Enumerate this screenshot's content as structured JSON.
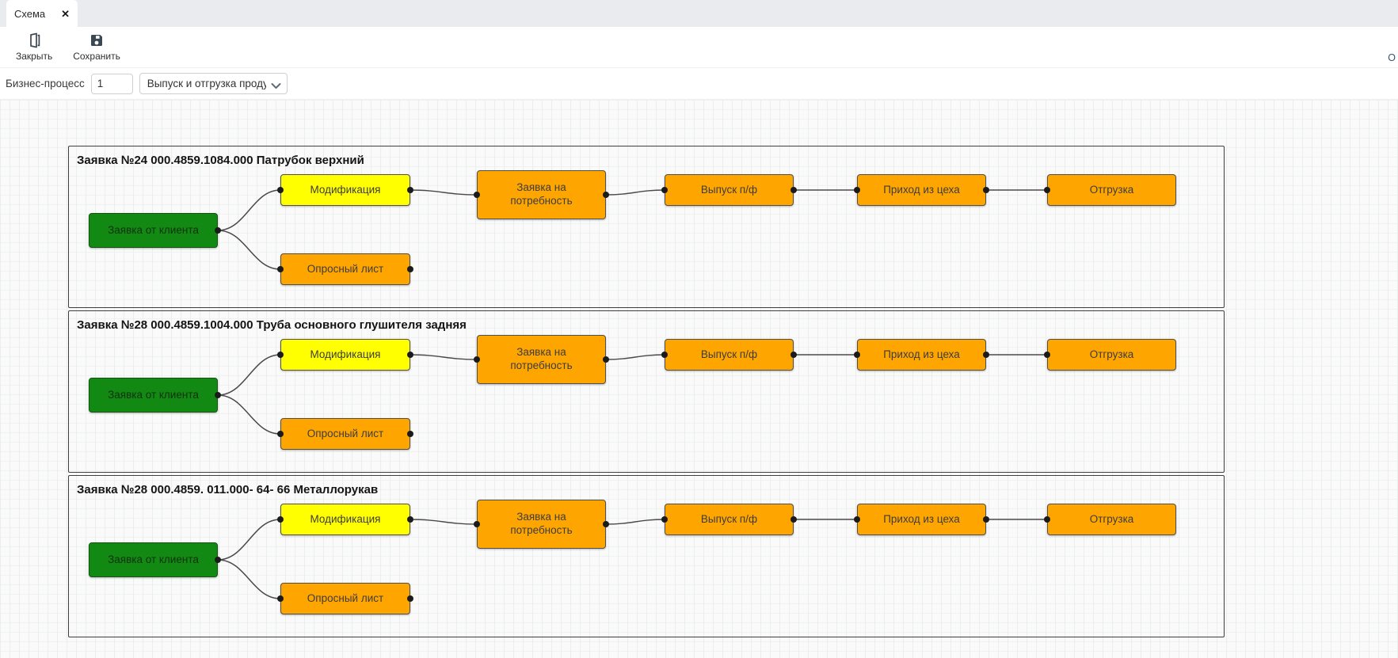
{
  "tab": {
    "title": "Схема"
  },
  "icons": {
    "close_tab": "✕"
  },
  "toolbar": {
    "close_label": "Закрыть",
    "save_label": "Сохранить",
    "right_text": "О"
  },
  "process_bar": {
    "label": "Бизнес-процесс",
    "id_value": "1",
    "selected_process": "Выпуск и отгрузка проду"
  },
  "colors": {
    "green": "#128912",
    "green_border": "#14540f",
    "green_text": "#113311",
    "yellow": "#FFFF00",
    "orange": "#FFA500",
    "node_border": "#4f4f4f",
    "node_text": "#3d3d3d",
    "edge": "#4a4a4a",
    "dot": "#1b1b1b"
  },
  "diagram": {
    "node_labels": {
      "client": "Заявка от клиента",
      "modification": "Модификация",
      "questionnaire": "Опросный лист",
      "need": "Заявка на потребность",
      "output": "Выпуск п/ф",
      "arrival": "Приход из цеха",
      "shipment": "Отгрузка"
    },
    "edges": [
      [
        "client",
        "modification"
      ],
      [
        "client",
        "questionnaire"
      ],
      [
        "modification",
        "need"
      ],
      [
        "need",
        "output"
      ],
      [
        "output",
        "arrival"
      ],
      [
        "arrival",
        "shipment"
      ]
    ],
    "groups": [
      {
        "title": "Заявка №24 000.4859.1084.000 Патрубок верхний"
      },
      {
        "title": "Заявка №28 000.4859.1004.000 Труба основного глушителя задняя"
      },
      {
        "title": "Заявка №28 000.4859. 011.000- 64- 66 Металлорукав"
      }
    ]
  }
}
